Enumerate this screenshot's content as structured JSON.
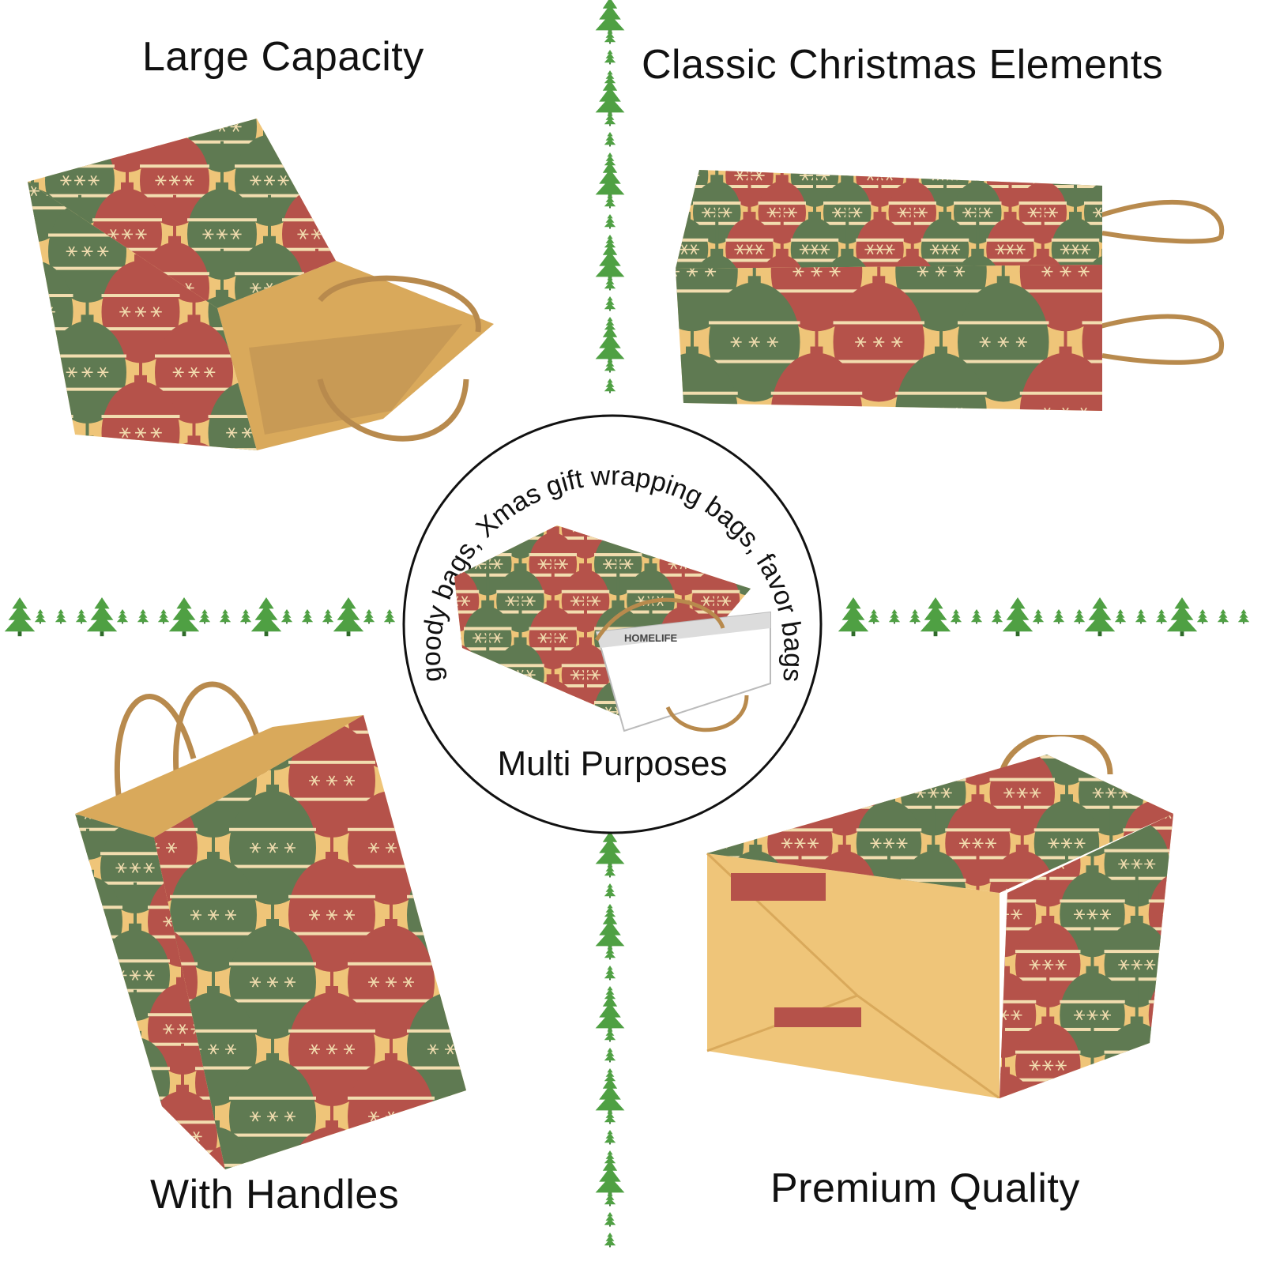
{
  "captions": {
    "top_left": "Large  Capacity",
    "top_right": "Classic Christmas Elements",
    "bottom_left": "With Handles",
    "bottom_right": "Premium Quality"
  },
  "center": {
    "title": "Multi Purposes",
    "arc_text": "goody bags, Xmas gift wrapping bags, favor bags",
    "book_label": "HOMELIFE"
  },
  "colors": {
    "kraft": "#EFC579",
    "kraft_shade": "#D9A95B",
    "ornament_red": "#B5524A",
    "ornament_green": "#5F7A52",
    "stripe_cream": "#F2DDAF",
    "handle": "#B88A4D",
    "tree_green": "#4FA043"
  },
  "icons": {
    "divider": "christmas-tree-icon",
    "pattern": "ornament-icon",
    "snowflake": "snowflake-icon"
  }
}
